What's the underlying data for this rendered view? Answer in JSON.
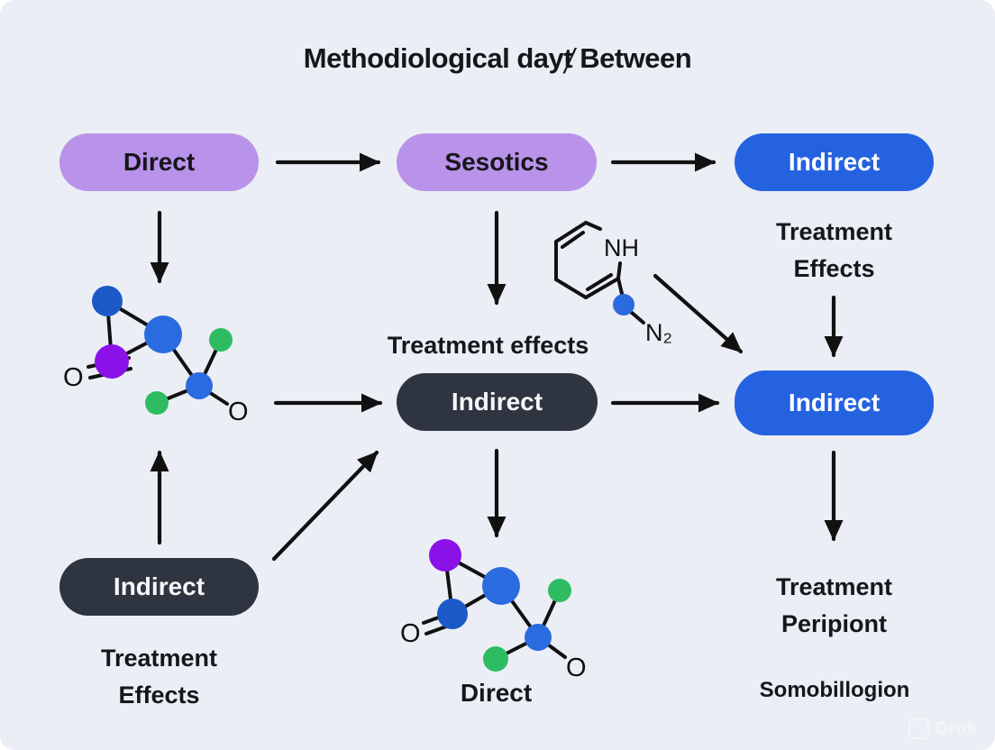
{
  "title": "Methodiological dayⱦ Between",
  "diagram": {
    "pills": {
      "top_left": "Direct",
      "top_mid": "Sesotics",
      "top_right": "Indirect",
      "mid": "Indirect",
      "mid_right": "Indirect",
      "bottom_left": "Indirect"
    },
    "captions": {
      "top_right": "Treatment Effects",
      "mid": "Treatment effects",
      "bottom_left": "Treatment Effects",
      "bottom_mid": "Direct",
      "right": "Treatment Peripiont",
      "right_footer": "Somobillogion"
    },
    "atom_labels": {
      "left_molecule_o_double": "O",
      "left_molecule_o_single": "O",
      "bottom_molecule_o_double": "O",
      "bottom_molecule_o_single": "O",
      "ring_nh": "NH",
      "ring_n2": "N₂"
    }
  },
  "colors": {
    "background": "#ebeef5",
    "pill_purple": "#b893e9",
    "pill_blue": "#2462e0",
    "pill_dark": "#2e3440",
    "atom_blue": "#2b6be0",
    "atom_dark_blue": "#1b59c8",
    "atom_purple": "#8a12e8",
    "atom_green": "#2ebc62",
    "arrow": "#111111"
  },
  "watermark": "Grok"
}
